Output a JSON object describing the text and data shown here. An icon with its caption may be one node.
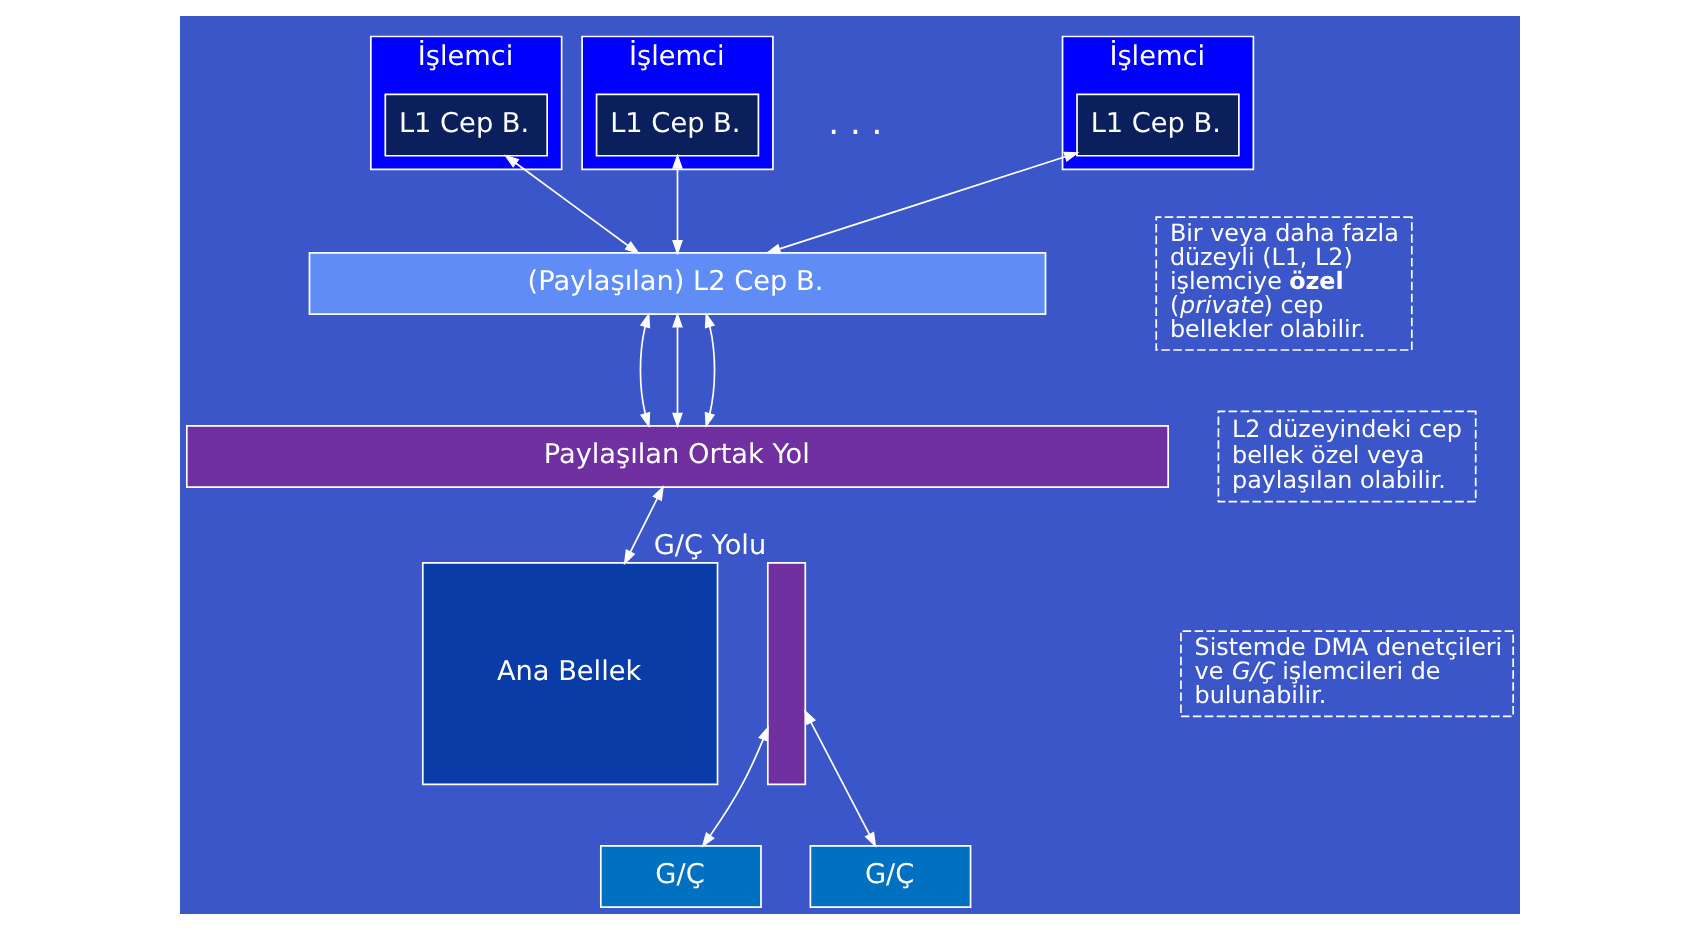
{
  "diagram": {
    "nodes": [
      {
        "text": [
          "İşlemci"
        ]
      },
      {
        "text": [
          "L1 Cep B."
        ],
        "in": 0
      },
      {
        "text": [
          "İşlemci"
        ]
      },
      {
        "text": [
          "L1 Cep B."
        ],
        "in": 2
      },
      {
        "text": [
          "İşlemci"
        ]
      },
      {
        "text": [
          "L1 Cep B."
        ],
        "in": 4
      },
      {
        "text": [
          "(Paylaşılan) L2 Cep B."
        ]
      },
      {
        "text": [
          "Paylaşılan Ortak Yol"
        ]
      },
      {
        "text": [
          "Ana Bellek"
        ]
      },
      {
        "text": [],
        "shape": "bar",
        "beside": [
          "G/Ç Yolu"
        ]
      },
      {
        "text": [
          "G/Ç"
        ]
      },
      {
        "text": [
          "G/Ç"
        ]
      }
    ],
    "edges": [
      {
        "from": 1,
        "to": 6,
        "arrow": "both"
      },
      {
        "from": 3,
        "to": 6,
        "arrow": "both"
      },
      {
        "from": 5,
        "to": 6,
        "arrow": "both"
      },
      {
        "from": 6,
        "to": 7,
        "arrow": "both"
      },
      {
        "from": 6,
        "to": 7,
        "arrow": "both"
      },
      {
        "from": 6,
        "to": 7,
        "arrow": "both"
      },
      {
        "from": 7,
        "to": 8,
        "arrow": "both"
      },
      {
        "from": 9,
        "to": 10,
        "arrow": "both"
      },
      {
        "from": 9,
        "to": 11,
        "arrow": "both"
      }
    ],
    "labels": [
      ". . .",
      "Bir veya daha fazla düzeyli (L1, L2) işlemciye **özel** (*private*) cep bellekler olabilir.",
      "L2 düzeyindeki cep bellek özel veya paylaşılan olabilir.",
      "Sistemde DMA denetçileri ve *G/Ç* işlemcileri de bulunabilir."
    ]
  }
}
